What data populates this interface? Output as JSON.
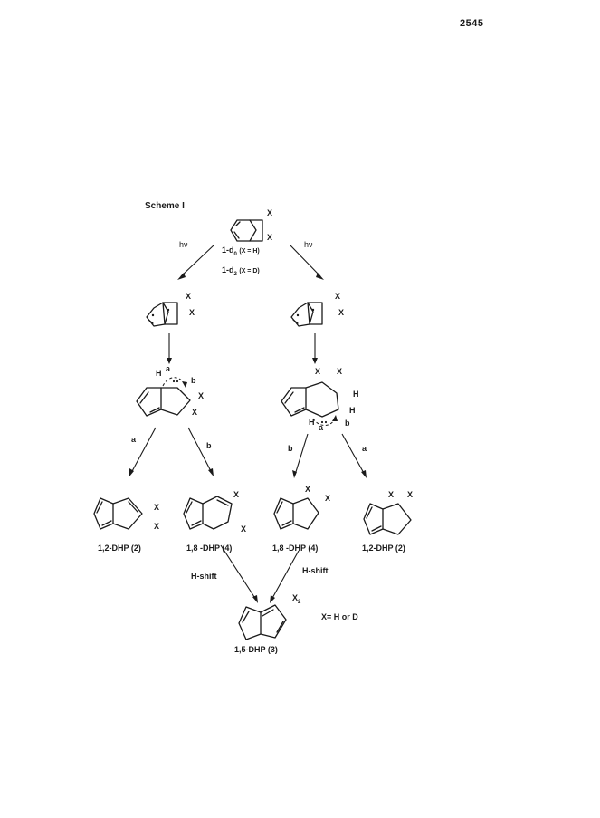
{
  "page": {
    "number": "2545"
  },
  "scheme": {
    "title": "Scheme I",
    "step_labels": {
      "hv": "hν",
      "a": "a",
      "b": "b",
      "h_shift": "H-shift"
    },
    "atoms": {
      "X": "X",
      "H": "H"
    },
    "start": {
      "label_d0": "1-d",
      "sub_d0": "0",
      "cond_d0": "(X = H)",
      "label_d2": "1-d",
      "sub_d2": "2",
      "cond_d2": "(X = D)"
    },
    "products": {
      "left_12": "1,2-DHP  (2)",
      "left_18": "1,8  -DHP  (4)",
      "right_18": "1,8  -DHP  (4)",
      "right_12": "1,2-DHP  (2)"
    },
    "final": {
      "label": "1,5-DHP  (3)",
      "x2": "X",
      "x2_sub": "2",
      "legend": "X= H or D"
    }
  }
}
